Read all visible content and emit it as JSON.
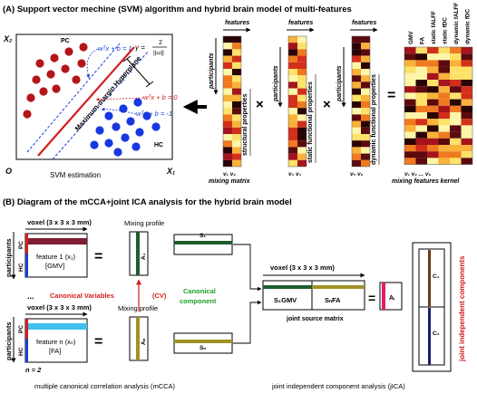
{
  "panel_a": {
    "title": "(A)  Support vector mechine (SVM) algorithm and hybrid brain model of multi-features",
    "svm": {
      "y_axis_label": "X₂",
      "x_axis_label": "X₁",
      "origin_label": "O",
      "pc_label": "PC",
      "hc_label": "HC",
      "plane_upper": "wᵀx + b = 1",
      "plane_middle": "wᵀx + b = 0",
      "plane_lower": "wᵀx + b = -1",
      "hyperplane_label": "Maximum-margin Hyperplane",
      "gamma_label": "γ =",
      "gamma_num": "2",
      "gamma_den": "||ω||",
      "caption": "SVM estimation"
    },
    "matrices": {
      "features_label": "features",
      "participants_label": "participants",
      "m1_label": "structural properties",
      "m2_label": "static functional properties",
      "m3_label": "dynamic functional properties",
      "m1_v": "v₁ v₂",
      "m2_v": "v₃ v₄",
      "m3_v": "v₅ v₆",
      "kernel_v": "v₁ v₂ ... v₆",
      "mixing_matrix": "mixing matrix",
      "mixing_features_kernel": "mixing features kernel",
      "times": "×",
      "equals": "=",
      "col_headers": [
        "GMV",
        "FA",
        "static fALFF",
        "static fDC",
        "dynamic fALFF",
        "dynamic fDC"
      ]
    }
  },
  "panel_b": {
    "title": "(B)  Diagram of the mCCA+joint ICA analysis for the hybrid brain model",
    "voxel_label": "voxel (3 x 3 x 3 mm)",
    "participants_label": "participants",
    "pc_label": "PC",
    "hc_label": "HC",
    "feature1_line1": "feature 1 (x₁)",
    "feature1_line2": "[GMV]",
    "featuren_line1": "feature n (xₙ)",
    "featuren_line2": "[FA]",
    "ellipsis": "...",
    "n_label": "n = 2",
    "mixing_profile": "Mixing profile",
    "a1_label": "A₁",
    "an_label": "Aₙ",
    "canonical_variables": "Canonical Variables",
    "cv_label": "(CV)",
    "canonical_component_line1": "Canonical",
    "canonical_component_line2": "component",
    "s1_label": "S₁",
    "sn_label": "Sₙ",
    "joint_voxel_label": "voxel (3 x 3 x 3 mm)",
    "s1gmv_label": "S₁GMV",
    "snfa_label": "SₙFA",
    "joint_source_matrix": "joint source matrix",
    "ai_label": "Aᵢ",
    "c1_label": "C₁",
    "c2_label": "C₂",
    "joint_components": "joint independent components",
    "mcca_caption": "multiple canonical correlation analysis (mCCA)",
    "jica_caption": "joint independent component analysis (jICA)",
    "equals": "="
  }
}
